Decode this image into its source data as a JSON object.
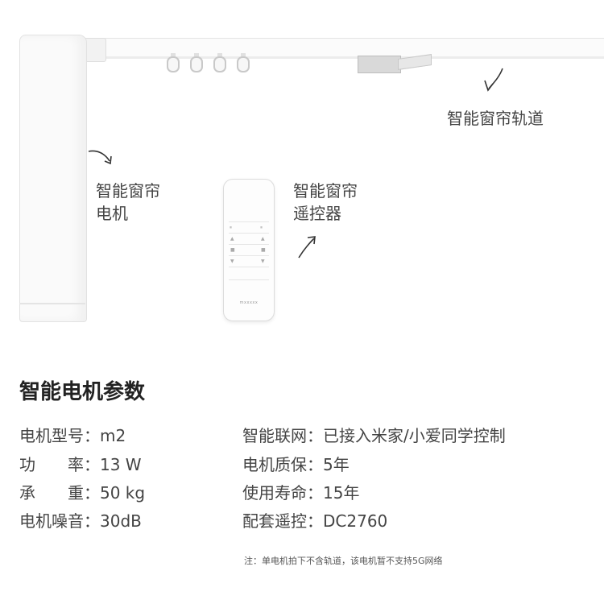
{
  "callouts": {
    "rail": "智能窗帘轨道",
    "motor_line1": "智能窗帘",
    "motor_line2": "电机",
    "remote_line1": "智能窗帘",
    "remote_line2": "遥控器"
  },
  "remote_brand": "mxxxxx",
  "section_title": "智能电机参数",
  "specs_left": [
    {
      "label": "电机型号：",
      "value": "m2"
    },
    {
      "label": "功　　率：",
      "value": "13 W"
    },
    {
      "label": "承　　重：",
      "value": "50 kg"
    },
    {
      "label": "电机噪音：",
      "value": "30dB"
    }
  ],
  "specs_right": [
    {
      "label": "智能联网：",
      "value": "已接入米家/小爱同学控制"
    },
    {
      "label": "电机质保：",
      "value": "5年"
    },
    {
      "label": "使用寿命：",
      "value": "15年"
    },
    {
      "label": "配套遥控：",
      "value": "DC2760"
    }
  ],
  "footnote": "注：单电机拍下不含轨道，该电机暂不支持5G网络"
}
